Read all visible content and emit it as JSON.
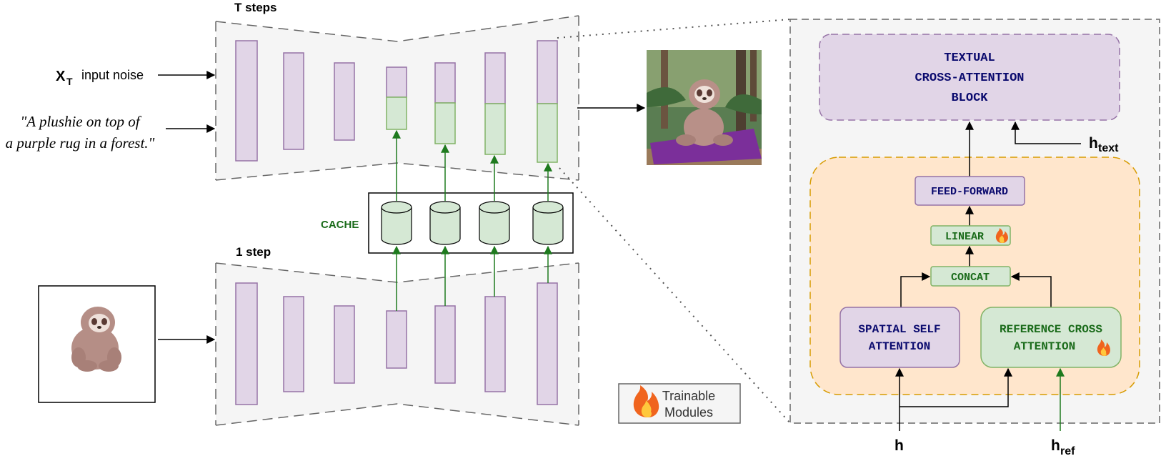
{
  "labels": {
    "t_steps": "T steps",
    "one_step": "1 step",
    "xt_main": "X",
    "xt_sub": "T",
    "input_noise": "input noise",
    "prompt_line1": "\"A plushie on top of",
    "prompt_line2": "a purple rug in a forest.\"",
    "cache": "CACHE",
    "trainable_line1": "Trainable",
    "trainable_line2": "Modules",
    "textual_line1": "TEXTUAL",
    "textual_line2": "CROSS-ATTENTION",
    "textual_line3": "BLOCK",
    "feed_forward": "FEED-FORWARD",
    "linear": "LINEAR",
    "concat": "CONCAT",
    "spatial_line1": "SPATIAL SELF",
    "spatial_line2": "ATTENTION",
    "reference_line1": "REFERENCE CROSS",
    "reference_line2": "ATTENTION",
    "h": "h",
    "h_ref_main": "h",
    "h_ref_sub": "ref",
    "h_text_main": "h",
    "h_text_sub": "text"
  },
  "icons": {
    "trainable": "fire-icon"
  },
  "colors": {
    "purple_fill": "#e1d5e7",
    "purple_stroke": "#9673a6",
    "green_fill": "#d5e8d4",
    "green_stroke": "#82b366",
    "green_arrow": "#1e7a1e",
    "green_text": "#1a6b1a",
    "orange_fill": "#ffe6cc",
    "orange_stroke": "#d79b00",
    "panel_fill": "#f5f5f5",
    "navy_text": "#0a0a6e"
  }
}
